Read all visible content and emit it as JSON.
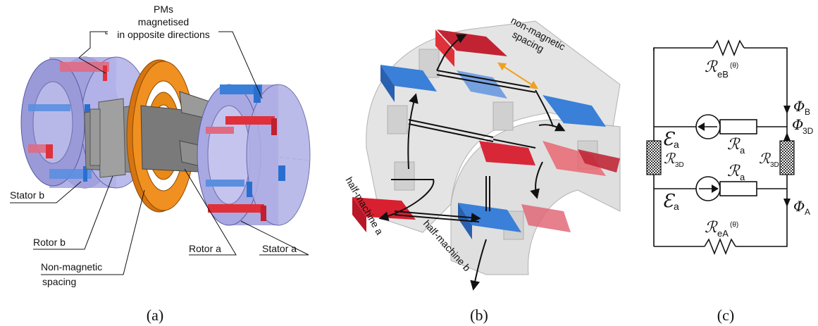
{
  "panel_a": {
    "caption": "(a)",
    "pms_label": [
      "PMs",
      "magnetised",
      "in opposite directions"
    ],
    "stator_b": "Stator b",
    "rotor_b": "Rotor b",
    "non_magnetic_spacing": [
      "Non-magnetic",
      "spacing"
    ],
    "rotor_a": "Rotor a",
    "stator_a": "Stator a"
  },
  "panel_b": {
    "caption": "(b)",
    "spacing_label": [
      "non-magnetic",
      "spacing"
    ],
    "half_a": "half-machine a",
    "half_b": "half-machine b"
  },
  "panel_c": {
    "caption": "(c)",
    "r_eb": "ℛ",
    "r_eb_sub": "eB",
    "r_eb_sup": "(θ)",
    "r_ea": "ℛ",
    "r_ea_sub": "eA",
    "r_ea_sup": "(θ)",
    "r_a": "ℛ",
    "r_a_sub": "a",
    "r_3d": "ℛ",
    "r_3d_sub": "3D",
    "emf": "Ɛ",
    "emf_sub": "a",
    "phi": "Φ",
    "phi_b_sub": "B",
    "phi_3d_sub": "3D",
    "phi_a_sub": "A"
  },
  "colors": {
    "pm_red": "#e0303a",
    "pm_blue": "#3a7fd8",
    "stator_purple": "#9a9ad8",
    "rotor_grey": "#8a8a8a",
    "spacer_orange": "#e98a16"
  }
}
